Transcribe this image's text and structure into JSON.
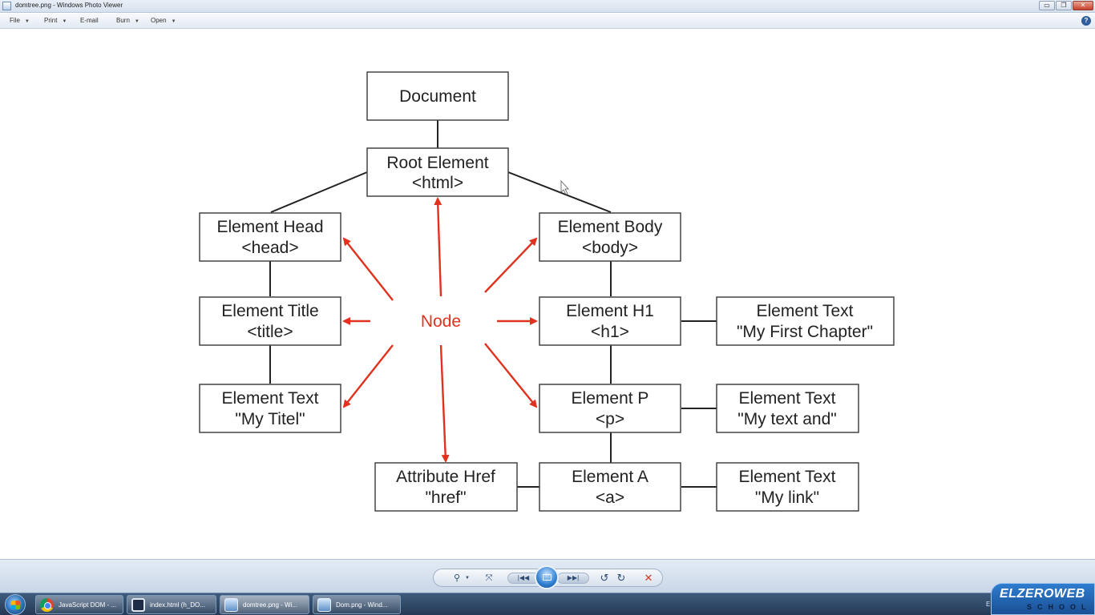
{
  "window": {
    "title": "domtree.png - Windows Photo Viewer",
    "buttons": {
      "minimize": "▭",
      "maximize": "❐",
      "close": "✕"
    }
  },
  "menu": {
    "items": [
      "File",
      "Print",
      "E-mail",
      "Burn",
      "Open"
    ],
    "help_label": "?"
  },
  "diagram": {
    "boxes": {
      "document": {
        "line1": "Document"
      },
      "root": {
        "line1": "Root Element",
        "line2": "<html>"
      },
      "head": {
        "line1": "Element Head",
        "line2": "<head>"
      },
      "body": {
        "line1": "Element Body",
        "line2": "<body>"
      },
      "title": {
        "line1": "Element Title",
        "line2": "<title>"
      },
      "title_text": {
        "line1": "Element Text",
        "line2": "\"My Titel\""
      },
      "h1": {
        "line1": "Element H1",
        "line2": "<h1>"
      },
      "h1_text": {
        "line1": "Element Text",
        "line2": "\"My First Chapter\""
      },
      "p": {
        "line1": "Element P",
        "line2": "<p>"
      },
      "p_text": {
        "line1": "Element Text",
        "line2": "\"My text and\""
      },
      "a": {
        "line1": "Element A",
        "line2": "<a>"
      },
      "a_text": {
        "line1": "Element Text",
        "line2": "\"My link\""
      },
      "href": {
        "line1": "Attribute Href",
        "line2": "\"href\""
      }
    },
    "center_label": "Node",
    "colors": {
      "box_stroke": "#444444",
      "text": "#222222",
      "arrow": "#e0321e"
    }
  },
  "viewer_controls": {
    "zoom": "⚲",
    "fit": "⤧",
    "prev": "|◀◀",
    "next": "▶▶|",
    "rotate_ccw": "↺",
    "rotate_cw": "↻",
    "delete": "✕"
  },
  "taskbar": {
    "tasks": [
      {
        "label": "JavaScript DOM - ...",
        "icon": "chrome-icon"
      },
      {
        "label": "index.html (h_DO...",
        "icon": "editor-icon"
      },
      {
        "label": "domtree.png - Wi...",
        "icon": "photo-viewer-icon"
      },
      {
        "label": "Dom.png - Wind...",
        "icon": "photo-viewer-icon"
      }
    ],
    "language": "EN"
  },
  "watermark": {
    "brand": "ELZEROWEB",
    "sub": "SCHOOL"
  }
}
